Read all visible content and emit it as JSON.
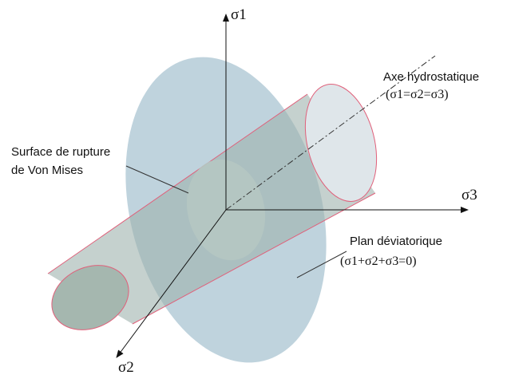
{
  "axes": {
    "sigma1": "σ1",
    "sigma2": "σ2",
    "sigma3": "σ3"
  },
  "labels": {
    "hydrostatic_axis": "Axe hydrostatique",
    "hydrostatic_formula": "(σ1=σ2=σ3)",
    "von_mises_line1": "Surface de rupture",
    "von_mises_line2": "de Von Mises",
    "deviatoric_plane": "Plan déviatorique",
    "deviatoric_formula": "(σ1+σ2+σ3=0)"
  },
  "colors": {
    "plane_fill": "#a9c4d2",
    "cylinder_fill": "#9fb3ad",
    "cylinder_edge": "#e0607a",
    "axis": "#111111"
  }
}
